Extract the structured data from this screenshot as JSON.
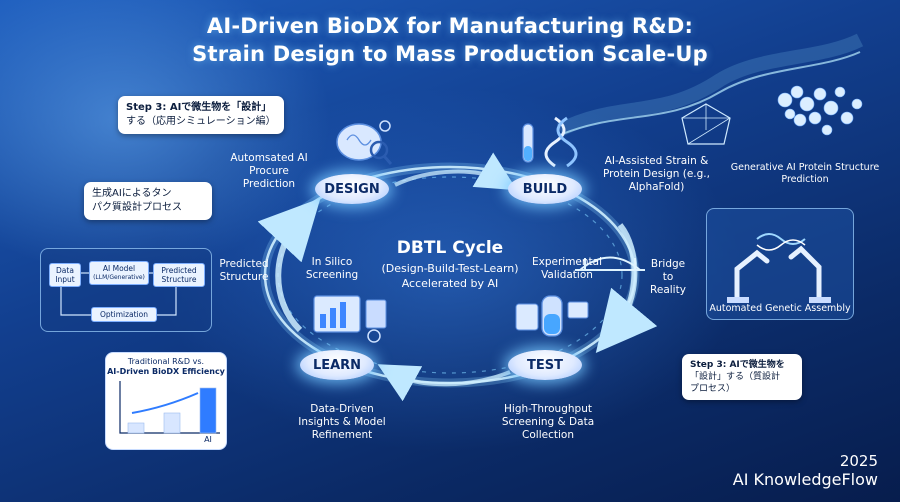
{
  "title": {
    "line1": "AI-Driven BioDX for Manufacturing R&D:",
    "line2": "Strain Design to Mass Production Scale-Up"
  },
  "center": {
    "heading": "DBTL Cycle",
    "line2": "(Design-Build-Test-Learn)",
    "line3": "Accelerated by AI"
  },
  "stages": {
    "design": "DESIGN",
    "build": "BUILD",
    "test": "TEST",
    "learn": "LEARN"
  },
  "labels": {
    "automated_procure": "Automsated AI Procure Prediction",
    "ai_strain": "AI-Assisted Strain & Protein Design (e.g., AlphaFold)",
    "generative_protein": "Generative AI Protein Structure Prediction",
    "predicted_structure": "Predicted Structure",
    "in_silico": "In Silico Screening",
    "experimental_validation": "Experimental Validation",
    "bridge_to_reality": "Bridge to Reality",
    "automated_genetic": "Automated Genetic Assembly",
    "data_driven": "Data-Driven Insights & Model Refinement",
    "high_throughput": "High-Throughput Screening & Data Collection"
  },
  "callouts": {
    "step3_top_line1": "Step 3: AIで微生物を「設計」",
    "step3_top_line2": "する（応用シミュレーション編）",
    "generative_line1": "生成AIによるタン",
    "generative_line2": "パク質設計プロセス",
    "step3_bottom_line1": "Step 3: AIで微生物を",
    "step3_bottom_line2": "「設計」する（質設計",
    "step3_bottom_line3": "プロセス）"
  },
  "flow": {
    "data_input": "Data Input",
    "ai_model": "AI Model",
    "ai_model_sub": "(LLM/Generative)",
    "predicted_structure": "Predicted Structure",
    "optimization": "Optimization"
  },
  "efficiency": {
    "title_line1": "Traditional R&D vs.",
    "title_line2": "AI-Driven BioDX Efficiency",
    "bar_label_ai": "AI",
    "chart_data": {
      "type": "bar",
      "categories": [
        "",
        "",
        "AI"
      ],
      "values": [
        1,
        2,
        4.5
      ],
      "ylim": [
        0,
        5
      ],
      "grid": false,
      "colors": [
        "#d8e6ff",
        "#d8e6ff",
        "#2f7cff"
      ]
    }
  },
  "brand": {
    "year": "2025",
    "name": "AI KnowledgeFlow"
  },
  "colors": {
    "accent": "#6fd0ff",
    "node": "#dfeaff",
    "callout_bg": "#ffffff"
  }
}
